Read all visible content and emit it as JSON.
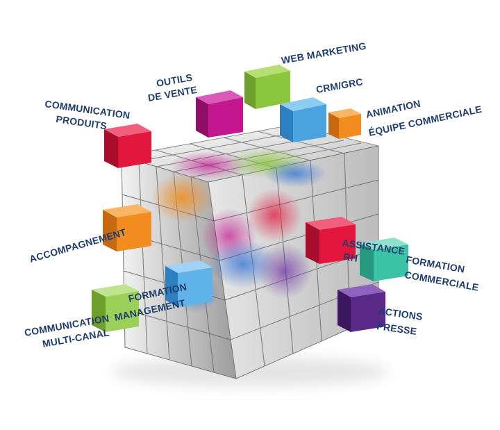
{
  "diagram": {
    "labels": {
      "web_marketing": [
        "WEB MARKETING"
      ],
      "outils_vente": [
        "OUTILS",
        "DE VENTE"
      ],
      "crm_grc": [
        "CRM/GRC"
      ],
      "communication_produits": [
        "COMMUNICATION",
        "PRODUITS"
      ],
      "animation": [
        "ANIMATION",
        "ÉQUIPE COMMERCIALE"
      ],
      "accompagnement": [
        "ACCOMPAGNEMENT"
      ],
      "assistance_rh": [
        "ASSISTANCE",
        "RH"
      ],
      "formation_commerciale": [
        "FORMATION",
        "COMMERCIALE"
      ],
      "formation_management": [
        "FORMATION",
        "MANAGEMENT"
      ],
      "communication_multicanal": [
        "COMMUNICATION",
        "MULTI-CANAL"
      ],
      "actions_presse": [
        "ACTIONS",
        "PRESSE"
      ]
    },
    "colors": {
      "label_text": "#1f3d6e",
      "green": "#8cc63f",
      "magenta": "#c2178f",
      "blue": "#4aa3df",
      "orange": "#f28c1e",
      "red": "#e3173e",
      "teal": "#3cc3a6",
      "purple": "#5a2a8a",
      "light_green": "#9ccf5a",
      "light_blue": "#5fb3e8",
      "silver": "#d7d7d7"
    }
  }
}
